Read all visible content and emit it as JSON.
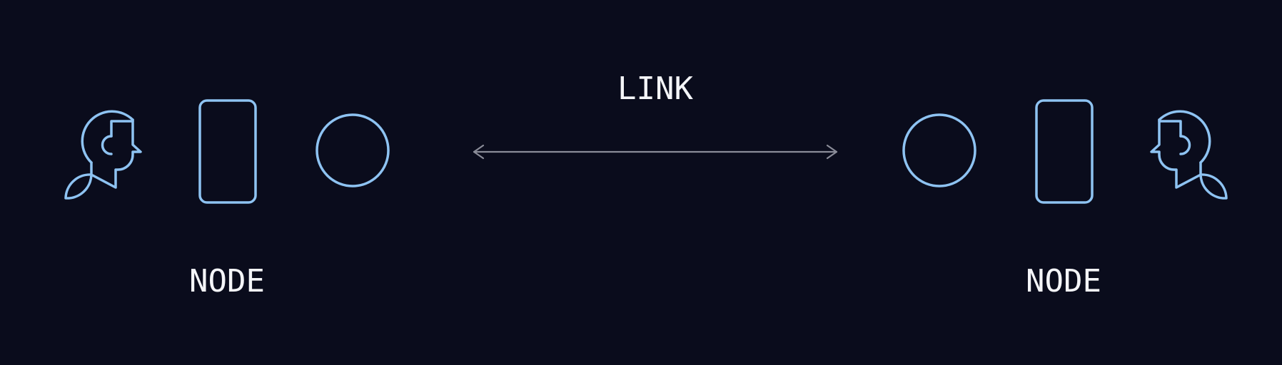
{
  "diagram": {
    "link": {
      "label": "LINK",
      "direction": "bidirectional"
    },
    "nodes": [
      {
        "label": "NODE",
        "side": "left",
        "icons": [
          "person-icon",
          "phone-icon",
          "circle-icon"
        ]
      },
      {
        "label": "NODE",
        "side": "right",
        "icons": [
          "circle-icon",
          "phone-icon",
          "person-icon"
        ]
      }
    ],
    "colors": {
      "background": "#0a0c1c",
      "icon": "#8ec3f2",
      "link": "#8a8c98",
      "text": "#f4f5f8"
    }
  }
}
